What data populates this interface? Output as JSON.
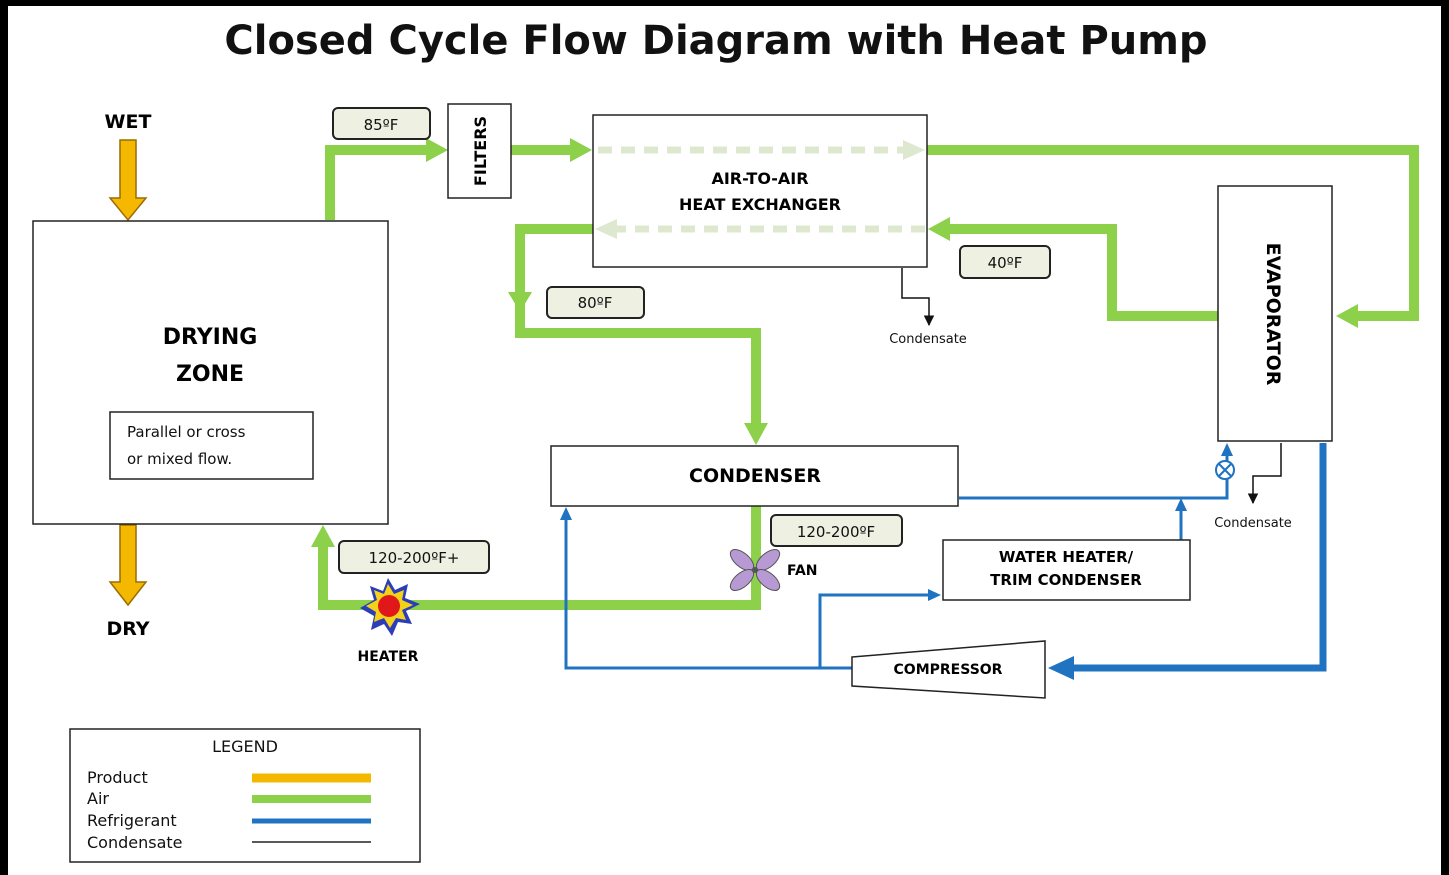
{
  "title": "Closed Cycle Flow Diagram with Heat Pump",
  "product": {
    "wet": "WET",
    "dry": "DRY"
  },
  "drying_zone": {
    "line1": "DRYING",
    "line2": "ZONE",
    "note_line1": "Parallel or cross",
    "note_line2": "or mixed flow."
  },
  "components": {
    "filters": "FILTERS",
    "hx_line1": "AIR-TO-AIR",
    "hx_line2": "HEAT EXCHANGER",
    "evaporator": "EVAPORATOR",
    "condenser": "CONDENSER",
    "water_heater_line1": "WATER HEATER/",
    "water_heater_line2": "TRIM CONDENSER",
    "compressor": "COMPRESSOR",
    "heater": "HEATER",
    "fan": "FAN"
  },
  "temps": {
    "t85": "85ºF",
    "t80": "80ºF",
    "t40": "40ºF",
    "t120_200": "120-200ºF",
    "t120_200_plus": "120-200ºF+"
  },
  "condensate_labels": {
    "hx": "Condensate",
    "evap": "Condensate"
  },
  "legend": {
    "title": "LEGEND",
    "items": [
      {
        "label": "Product",
        "color": "#f5b800"
      },
      {
        "label": "Air",
        "color": "#8dd04a"
      },
      {
        "label": "Refrigerant",
        "color": "#1f73c0"
      },
      {
        "label": "Condensate",
        "color": "#222222"
      }
    ]
  },
  "colors": {
    "product": "#f5b800",
    "air": "#8dd04a",
    "refrigerant": "#1f73c0",
    "condensate": "#222222"
  }
}
